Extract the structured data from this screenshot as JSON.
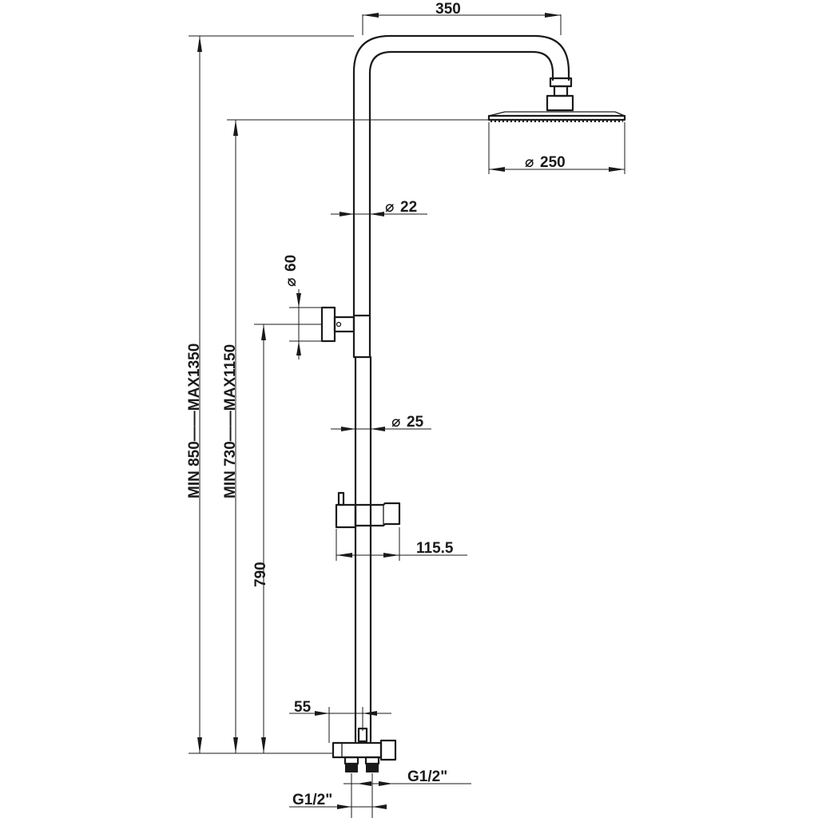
{
  "colors": {
    "line": "#1a1a1a",
    "background": "#ffffff"
  },
  "dimensions": {
    "arm_width": "350",
    "head_diameter": "250",
    "upper_pipe_diameter": "22",
    "wall_bracket_diameter": "60",
    "lower_pipe_diameter": "25",
    "slider_projection": "115.5",
    "bracket_height": "790",
    "offset": "55",
    "thread_left": "G1/2\"",
    "thread_right": "G1/2\"",
    "total_height": "MIN 850——MAX1350",
    "head_height": "MIN 730——MAX1150",
    "diameter_symbol": "⌀"
  }
}
